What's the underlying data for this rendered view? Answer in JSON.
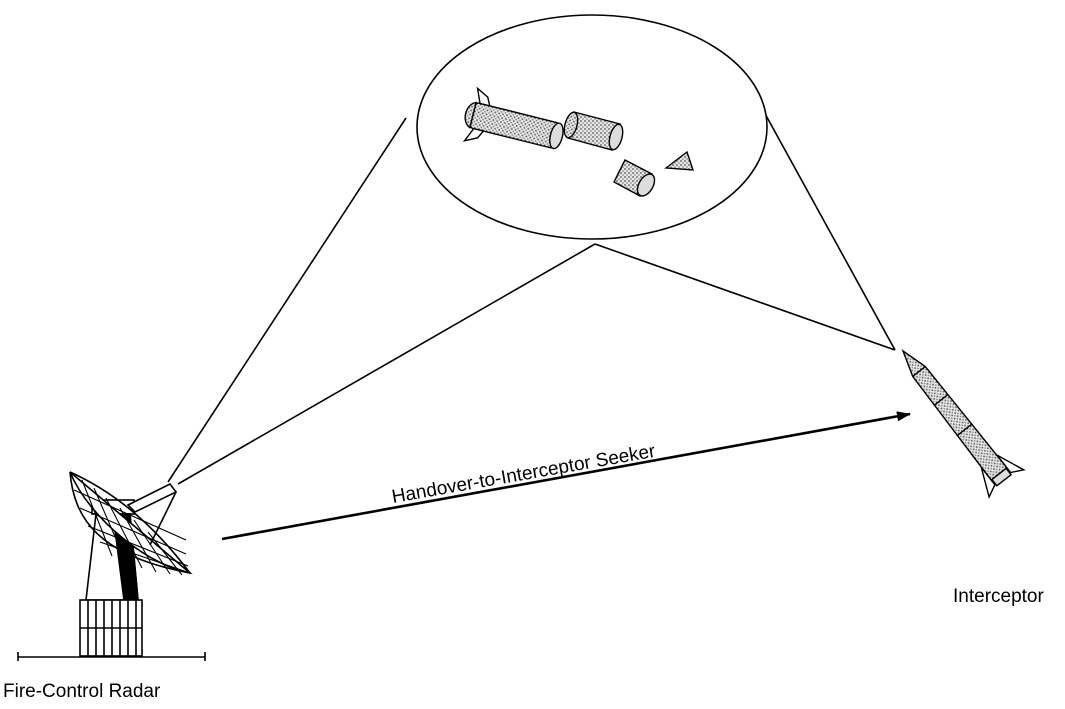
{
  "labels": {
    "radar": "Fire-Control Radar",
    "interceptor": "Interceptor",
    "handover": "Handover-to-Interceptor Seeker"
  },
  "colors": {
    "ink": "#000000",
    "stipple": "#9a9a9a",
    "background": "#ffffff"
  },
  "icons": {
    "radar": "radar-dish-icon",
    "interceptor": "interceptor-missile-icon",
    "threat_cluster": "threat-objects-icon"
  }
}
